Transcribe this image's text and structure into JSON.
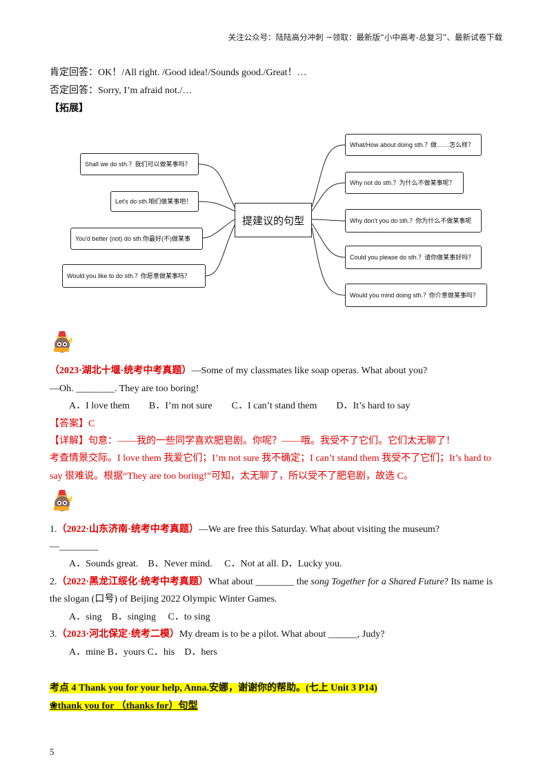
{
  "header": "关注公众号：陆陆高分冲刺 ~领取：最新版“小中高考-总复习”、最新试卷下载",
  "intro": {
    "positive": "肯定回答：OK！/All right. /Good idea!/Sounds good./Great！…",
    "negative": "否定回答：Sorry, I’m afraid not./…",
    "extension": "【拓展】"
  },
  "mindmap": {
    "center": "提建议的句型",
    "left": [
      "Shall we do sth.？我们可以做某事吗？",
      "Let's do sth.咱们做某事吧！",
      "You'd better (not) do sth.你最好(不)做某事",
      "Would you like to do sth.？你愿意做某事吗？"
    ],
    "right": [
      "What/How about doing sth.？做……怎么样？",
      "Why not do sth.？为什么不做某事呢？",
      "Why don't you do sth.？你为什么不做某事呢",
      "Could you please do sth.？请你做某事好吗？",
      "Would you mind doing sth.？你介意做某事吗？"
    ]
  },
  "example": {
    "source": "（2023·湖北十堰·统考中考真题）",
    "q1": "—Some of my classmates like soap operas. What about you?",
    "q2": "—Oh. ________. They are too boring!",
    "options": "A．I love them　　B．I’m not sure　　C．I can’t stand them　　D．It’s hard to say",
    "answer": "【答案】C",
    "detail1": "【详解】句意：——我的一些同学喜欢肥皂剧。你呢？——哦。我受不了它们。它们太无聊了！",
    "detail2": "考查情景交际。I love them 我爱它们；I’m not sure 我不确定；I can’t stand them 我受不了它们；It’s hard to",
    "detail3": "say 很难说。根据“They are too boring!”可知，太无聊了，所以受不了肥皂剧，故选 C。"
  },
  "exercises": [
    {
      "num": "1.",
      "source": "（2022·山东济南·统考中考真题）",
      "text": "—We are free this Saturday. What about visiting the museum?",
      "line2": "—________",
      "options": "A．Sounds great.　B．Never mind.　 C．Not at all. D．Lucky you."
    },
    {
      "num": "2.",
      "source": "（2022·黑龙江绥化·统考中考真题）",
      "text_a": "What about ________ the ",
      "text_italic": "song Together for a Shared Future",
      "text_b": "? Its name is",
      "line2": "the slogan (口号) of Beijing 2022 Olympic Winter Games.",
      "options": "A．sing　B．singing　 C．to sing"
    },
    {
      "num": "3.",
      "source": "（2023·河北保定·统考二模）",
      "text": "My dream is to be a pilot. What about ______, Judy?",
      "options": "A．mine B．yours C．his　D．hers"
    }
  ],
  "kaodian": "考点 4 Thank you for your help, Anna.安娜，谢谢你的帮助。(七上 Unit 3 P14)",
  "subtopic": "❀thank you for （thanks for）句型",
  "page_number": "5",
  "colors": {
    "red": "#e00000",
    "highlight": "#ffff00"
  }
}
